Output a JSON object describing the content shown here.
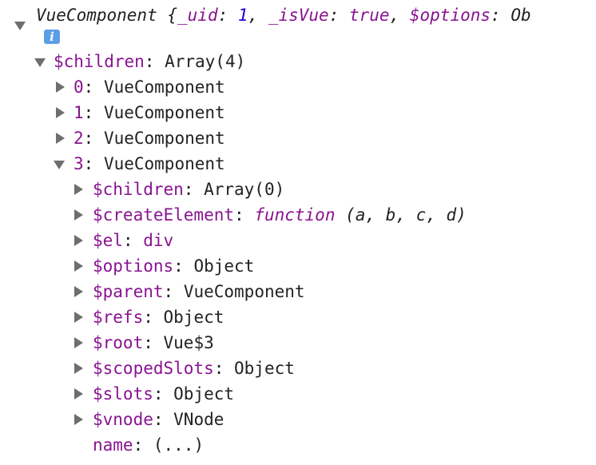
{
  "header": {
    "class_name": "VueComponent",
    "brace": " {",
    "p1_key": "_uid",
    "p1_val": "1",
    "p2_key": "_isVue",
    "p2_val": "true",
    "p3_key": "$options",
    "p3_val": "Ob",
    "colon": ": ",
    "comma": ", "
  },
  "info_icon": "i",
  "children_node": {
    "key": "$children",
    "value": "Array(4)"
  },
  "child_items": [
    {
      "key": "0",
      "value": "VueComponent"
    },
    {
      "key": "1",
      "value": "VueComponent"
    },
    {
      "key": "2",
      "value": "VueComponent"
    },
    {
      "key": "3",
      "value": "VueComponent"
    }
  ],
  "props": [
    {
      "key": "$children",
      "value": "Array(0)"
    },
    {
      "key": "$createElement",
      "value_kw": "function",
      "value": " (a, b, c, d)"
    },
    {
      "key": "$el",
      "value": "div"
    },
    {
      "key": "$options",
      "value": "Object"
    },
    {
      "key": "$parent",
      "value": "VueComponent"
    },
    {
      "key": "$refs",
      "value": "Object"
    },
    {
      "key": "$root",
      "value": "Vue$3"
    },
    {
      "key": "$scopedSlots",
      "value": "Object"
    },
    {
      "key": "$slots",
      "value": "Object"
    },
    {
      "key": "$vnode",
      "value": "VNode"
    },
    {
      "key": "name",
      "value": "(...)"
    }
  ],
  "colors": {
    "key": "#881391",
    "number": "#1c00cf",
    "triangle": "#6e6e6e",
    "info_badge": "#5b9ee6"
  }
}
